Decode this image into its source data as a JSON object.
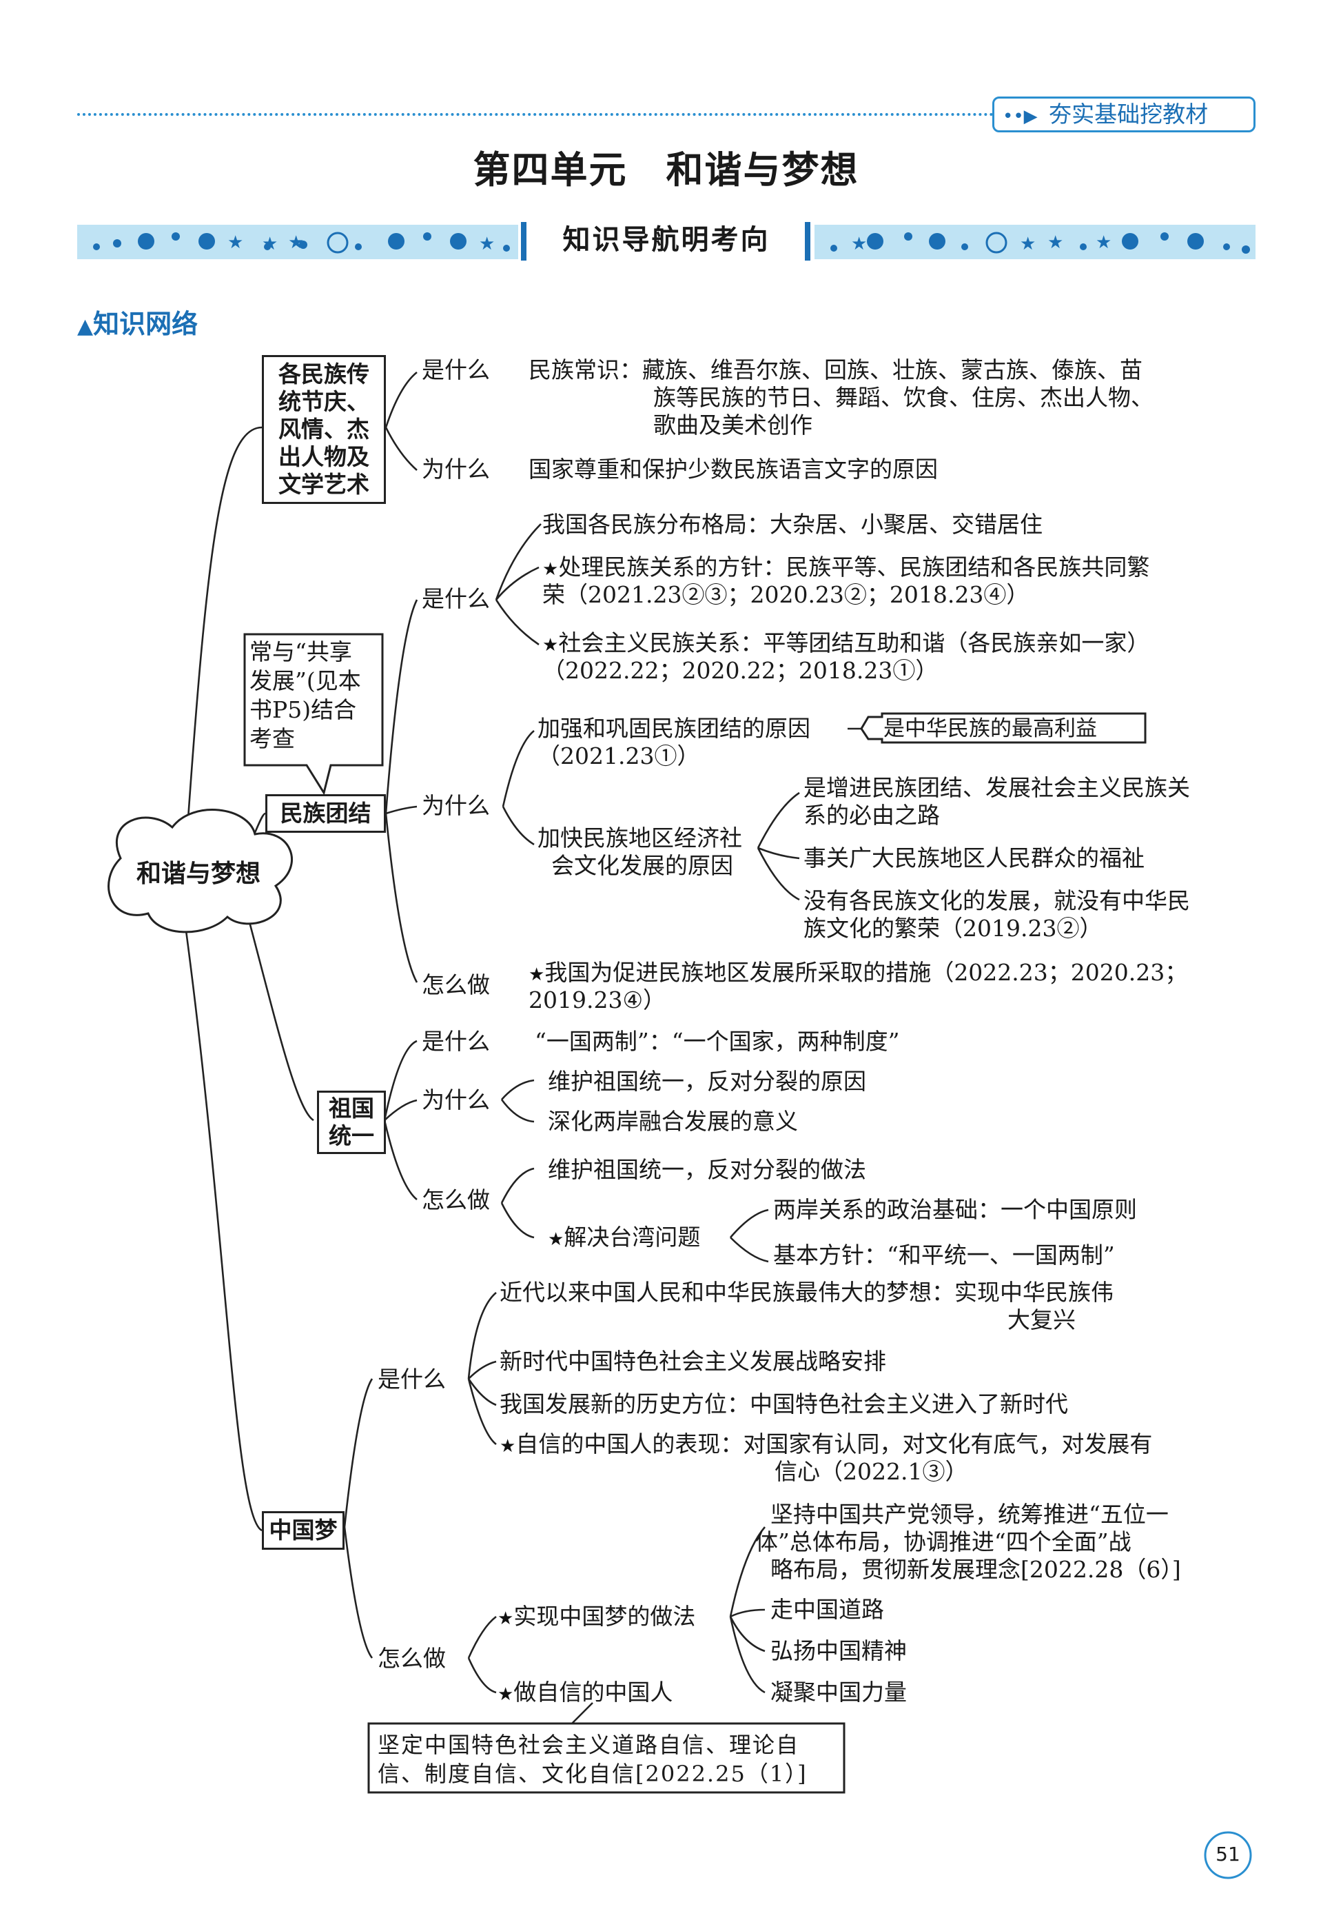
{
  "header": {
    "tag_arrows": "••▶",
    "tag_label": "夯实基础挖教材"
  },
  "unit_title": "第四单元　和谐与梦想",
  "banner": {
    "label": "知识导航明考向"
  },
  "section_label": "知识网络",
  "root": "和谐与梦想",
  "nodes": {
    "n1": "各民族传统节庆、风情、杰出人物及文学艺术",
    "n1_lines": [
      "各民族传",
      "统节庆、",
      "风情、杰",
      "出人物及",
      "文学艺术"
    ],
    "n2": "民族团结",
    "n3_lines": [
      "祖国",
      "统一"
    ],
    "n4": "中国梦"
  },
  "labels": {
    "what": "是什么",
    "why": "为什么",
    "how": "怎么做"
  },
  "b1": {
    "what_l1": "民族常识：藏族、维吾尔族、回族、壮族、蒙古族、傣族、苗",
    "what_l2": "族等民族的节日、舞蹈、饮食、住房、杰出人物、",
    "what_l3": "歌曲及美术创作",
    "why": "国家尊重和保护少数民族语言文字的原因"
  },
  "b2": {
    "what1": "我国各民族分布格局：大杂居、小聚居、交错居住",
    "what2_l1": "处理民族关系的方针：民族平等、民族团结和各民族共同繁",
    "what2_l2": "荣（2021.23②③；2020.23②；2018.23④）",
    "what3_l1": "社会主义民族关系：平等团结互助和谐（各民族亲如一家）",
    "what3_l2": "（2022.22；2020.22；2018.23①）",
    "note_lines": [
      "常与“共享",
      "发展”(见本",
      "书P5)结合",
      "考查"
    ],
    "why1_l1": "加强和巩固民族团结的原因",
    "why1_l2": "（2021.23①）",
    "why1_tag": "是中华民族的最高利益",
    "why2_l1": "加快民族地区经济社",
    "why2_l2": "会文化发展的原因",
    "why2_a_l1": "是增进民族团结、发展社会主义民族关",
    "why2_a_l2": "系的必由之路",
    "why2_b": "事关广大民族地区人民群众的福祉",
    "why2_c_l1": "没有各民族文化的发展，就没有中华民",
    "why2_c_l2": "族文化的繁荣（2019.23②）",
    "how_l1": "我国为促进民族地区发展所采取的措施（2022.23；2020.23；",
    "how_l2": "2019.23④）"
  },
  "b3": {
    "what": "“一国两制”：“一个国家，两种制度”",
    "why1": "维护祖国统一，反对分裂的原因",
    "why2": "深化两岸融合发展的意义",
    "how1": "维护祖国统一，反对分裂的做法",
    "how2": "解决台湾问题",
    "how2_a": "两岸关系的政治基础：一个中国原则",
    "how2_b": "基本方针：“和平统一、一国两制”"
  },
  "b4": {
    "what1_l1": "近代以来中国人民和中华民族最伟大的梦想：实现中华民族伟",
    "what1_l2": "大复兴",
    "what2": "新时代中国特色社会主义发展战略安排",
    "what3": "我国发展新的历史方位：中国特色社会主义进入了新时代",
    "what4_l1": "自信的中国人的表现：对国家有认同，对文化有底气，对发展有",
    "what4_l2": "信心（2022.1③）",
    "how1": "实现中国梦的做法",
    "how1_a_l1": "坚持中国共产党领导，统筹推进“五位一",
    "how1_a_l2": "体”总体布局，协调推进“四个全面”战",
    "how1_a_l3": "略布局，贯彻新发展理念[2022.28（6）]",
    "how1_b": "走中国道路",
    "how1_c": "弘扬中国精神",
    "how1_d": "凝聚中国力量",
    "how2": "做自信的中国人",
    "note_l1": "坚定中国特色社会主义道路自信、理论自",
    "note_l2": "信、制度自信、文化自信[2022.25（1）]"
  },
  "page_number": "51",
  "colors": {
    "accent_blue": "#2a8fd0",
    "section_blue": "#1b6fb5",
    "band": "#bfe3f4"
  }
}
